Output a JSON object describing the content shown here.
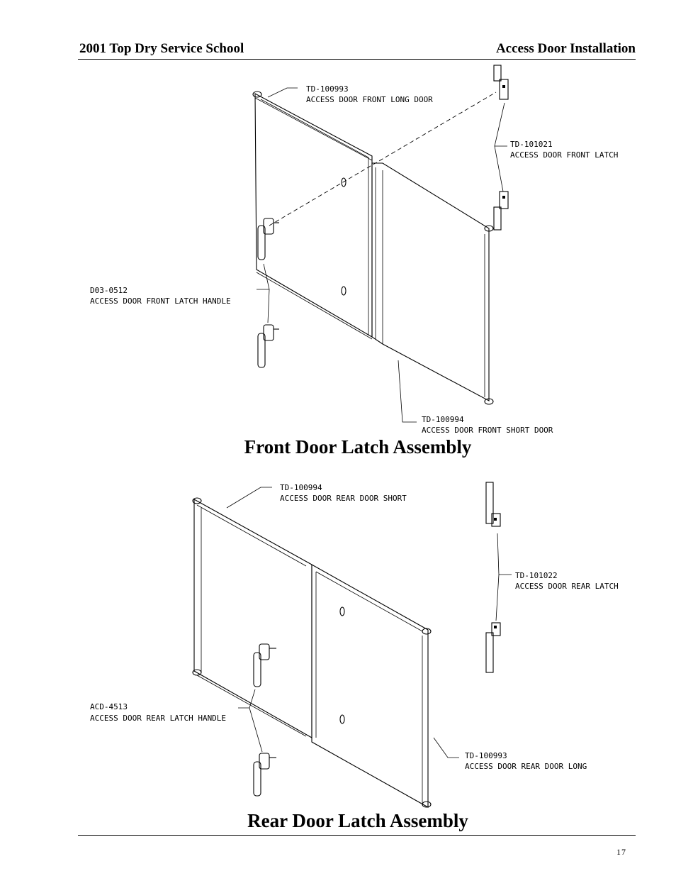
{
  "header": {
    "left": "2001 Top Dry Service School",
    "right": "Access Door Installation"
  },
  "front": {
    "caption": "Front Door Latch Assembly",
    "labels": [
      {
        "code": "TD-100993",
        "desc": "ACCESS DOOR FRONT LONG DOOR"
      },
      {
        "code": "TD-101021",
        "desc": "ACCESS DOOR FRONT LATCH"
      },
      {
        "code": "D03-0512",
        "desc": "ACCESS DOOR FRONT LATCH HANDLE"
      },
      {
        "code": "TD-100994",
        "desc": "ACCESS DOOR FRONT SHORT DOOR"
      }
    ]
  },
  "rear": {
    "caption": "Rear Door Latch Assembly",
    "labels": [
      {
        "code": "TD-100994",
        "desc": "ACCESS DOOR REAR DOOR SHORT"
      },
      {
        "code": "TD-101022",
        "desc": "ACCESS DOOR REAR LATCH"
      },
      {
        "code": "ACD-4513",
        "desc": "ACCESS DOOR REAR LATCH HANDLE"
      },
      {
        "code": "TD-100993",
        "desc": "ACCESS DOOR REAR DOOR LONG"
      }
    ]
  },
  "page_number": "17"
}
